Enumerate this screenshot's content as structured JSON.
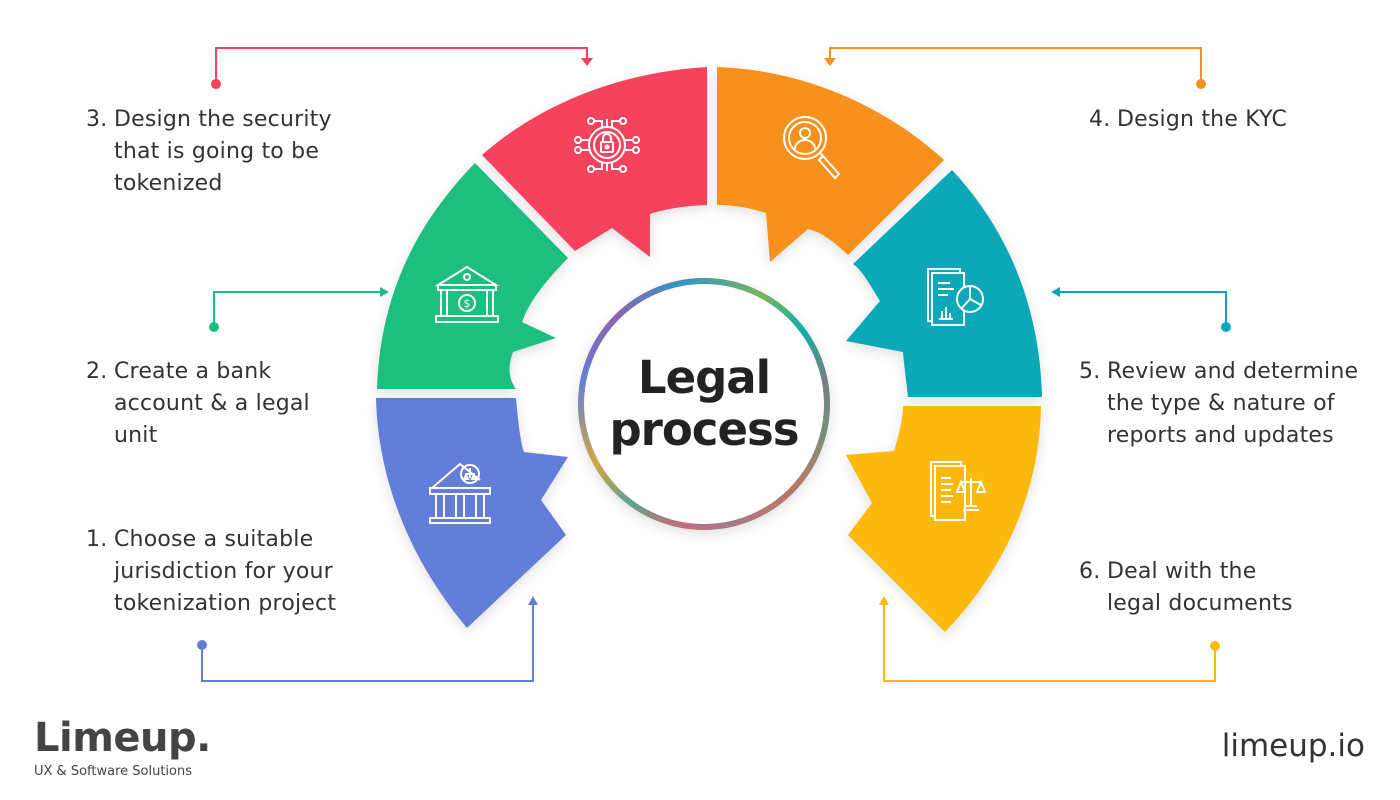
{
  "center": {
    "line1": "Legal",
    "line2": "process"
  },
  "colors": {
    "step1": "#647ed8",
    "step2": "#1dbf7e",
    "step3": "#f5435d",
    "step4": "#f7901e",
    "step5": "#0aa8b8",
    "step6": "#fbb80f",
    "text": "#333333"
  },
  "steps": [
    {
      "number": "1.",
      "text": "Choose a suitable\njurisdiction for your\ntokenization project",
      "icon": "courthouse-scales-icon"
    },
    {
      "number": "2.",
      "text": "Create a bank\naccount & a legal\nunit",
      "icon": "bank-dollar-icon"
    },
    {
      "number": "3.",
      "text": "Design the security\nthat is going to be\ntokenized",
      "icon": "circuit-lock-icon"
    },
    {
      "number": "4.",
      "text": "Design the KYC",
      "icon": "user-search-icon"
    },
    {
      "number": "5.",
      "text": "Review and determine\nthe type & nature of\nreports and updates",
      "icon": "report-chart-icon"
    },
    {
      "number": "6.",
      "text": "Deal with the\nlegal documents",
      "icon": "legal-documents-icon"
    }
  ],
  "brand": {
    "name": "Limeup.",
    "tagline": "UX & Software Solutions",
    "website": "limeup.io"
  }
}
